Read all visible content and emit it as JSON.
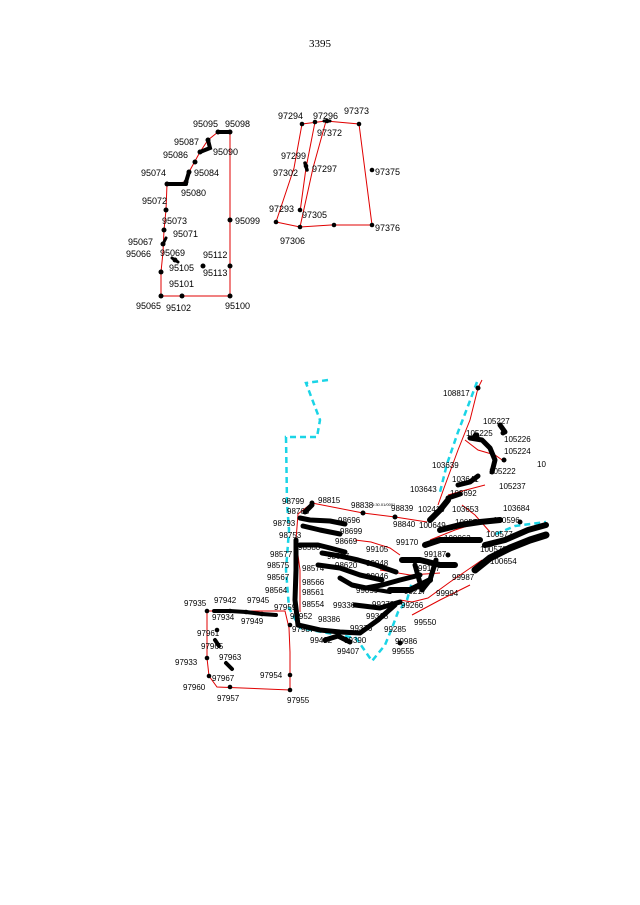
{
  "page": {
    "number": "3395"
  },
  "colors": {
    "boundary": "#e00000",
    "road": "#000000",
    "dashed": "#1ad4e6"
  },
  "map_a_labels": [
    "95095",
    "95098",
    "95087",
    "95090",
    "95086",
    "95084",
    "95074",
    "95080",
    "95072",
    "95073",
    "95071",
    "95067",
    "95099",
    "95066",
    "95069",
    "95112",
    "95105",
    "95113",
    "95101",
    "95065",
    "95102",
    "95100"
  ],
  "map_b_labels": [
    "97294",
    "97296",
    "97373",
    "97372",
    "97299",
    "97297",
    "97302",
    "97375",
    "97293",
    "97305",
    "97306",
    "97376"
  ],
  "map_c_labels": [
    "108817",
    "105227",
    "105225",
    "105226",
    "105224",
    "103639",
    "105222",
    "103641",
    "105237",
    "103643",
    "103692",
    "103684",
    "98838",
    "98839",
    "98799",
    "98815",
    "1:30.01/0001",
    "102419",
    "103653",
    "100596",
    "98768",
    "98696",
    "98840",
    "100649",
    "100573",
    "98793",
    "98699",
    "98753",
    "98669",
    "99170",
    "100577",
    "100063",
    "98580",
    "99105",
    "100578",
    "98577",
    "98607",
    "99187",
    "100654",
    "98575",
    "98574",
    "98620",
    "99048",
    "99127",
    "98567",
    "99046",
    "98564",
    "98566",
    "99059",
    "99217",
    "98561",
    "99987",
    "99994",
    "98554",
    "99336",
    "99272",
    "99266",
    "97935",
    "97942",
    "97945",
    "97934",
    "97949",
    "97959",
    "97952",
    "98386",
    "99376",
    "99318",
    "97987",
    "99550",
    "97961",
    "99422",
    "99390",
    "99407",
    "99555",
    "99285",
    "99986",
    "97965",
    "97963",
    "97933",
    "97967",
    "97954",
    "97960",
    "97957",
    "97955",
    "10"
  ]
}
